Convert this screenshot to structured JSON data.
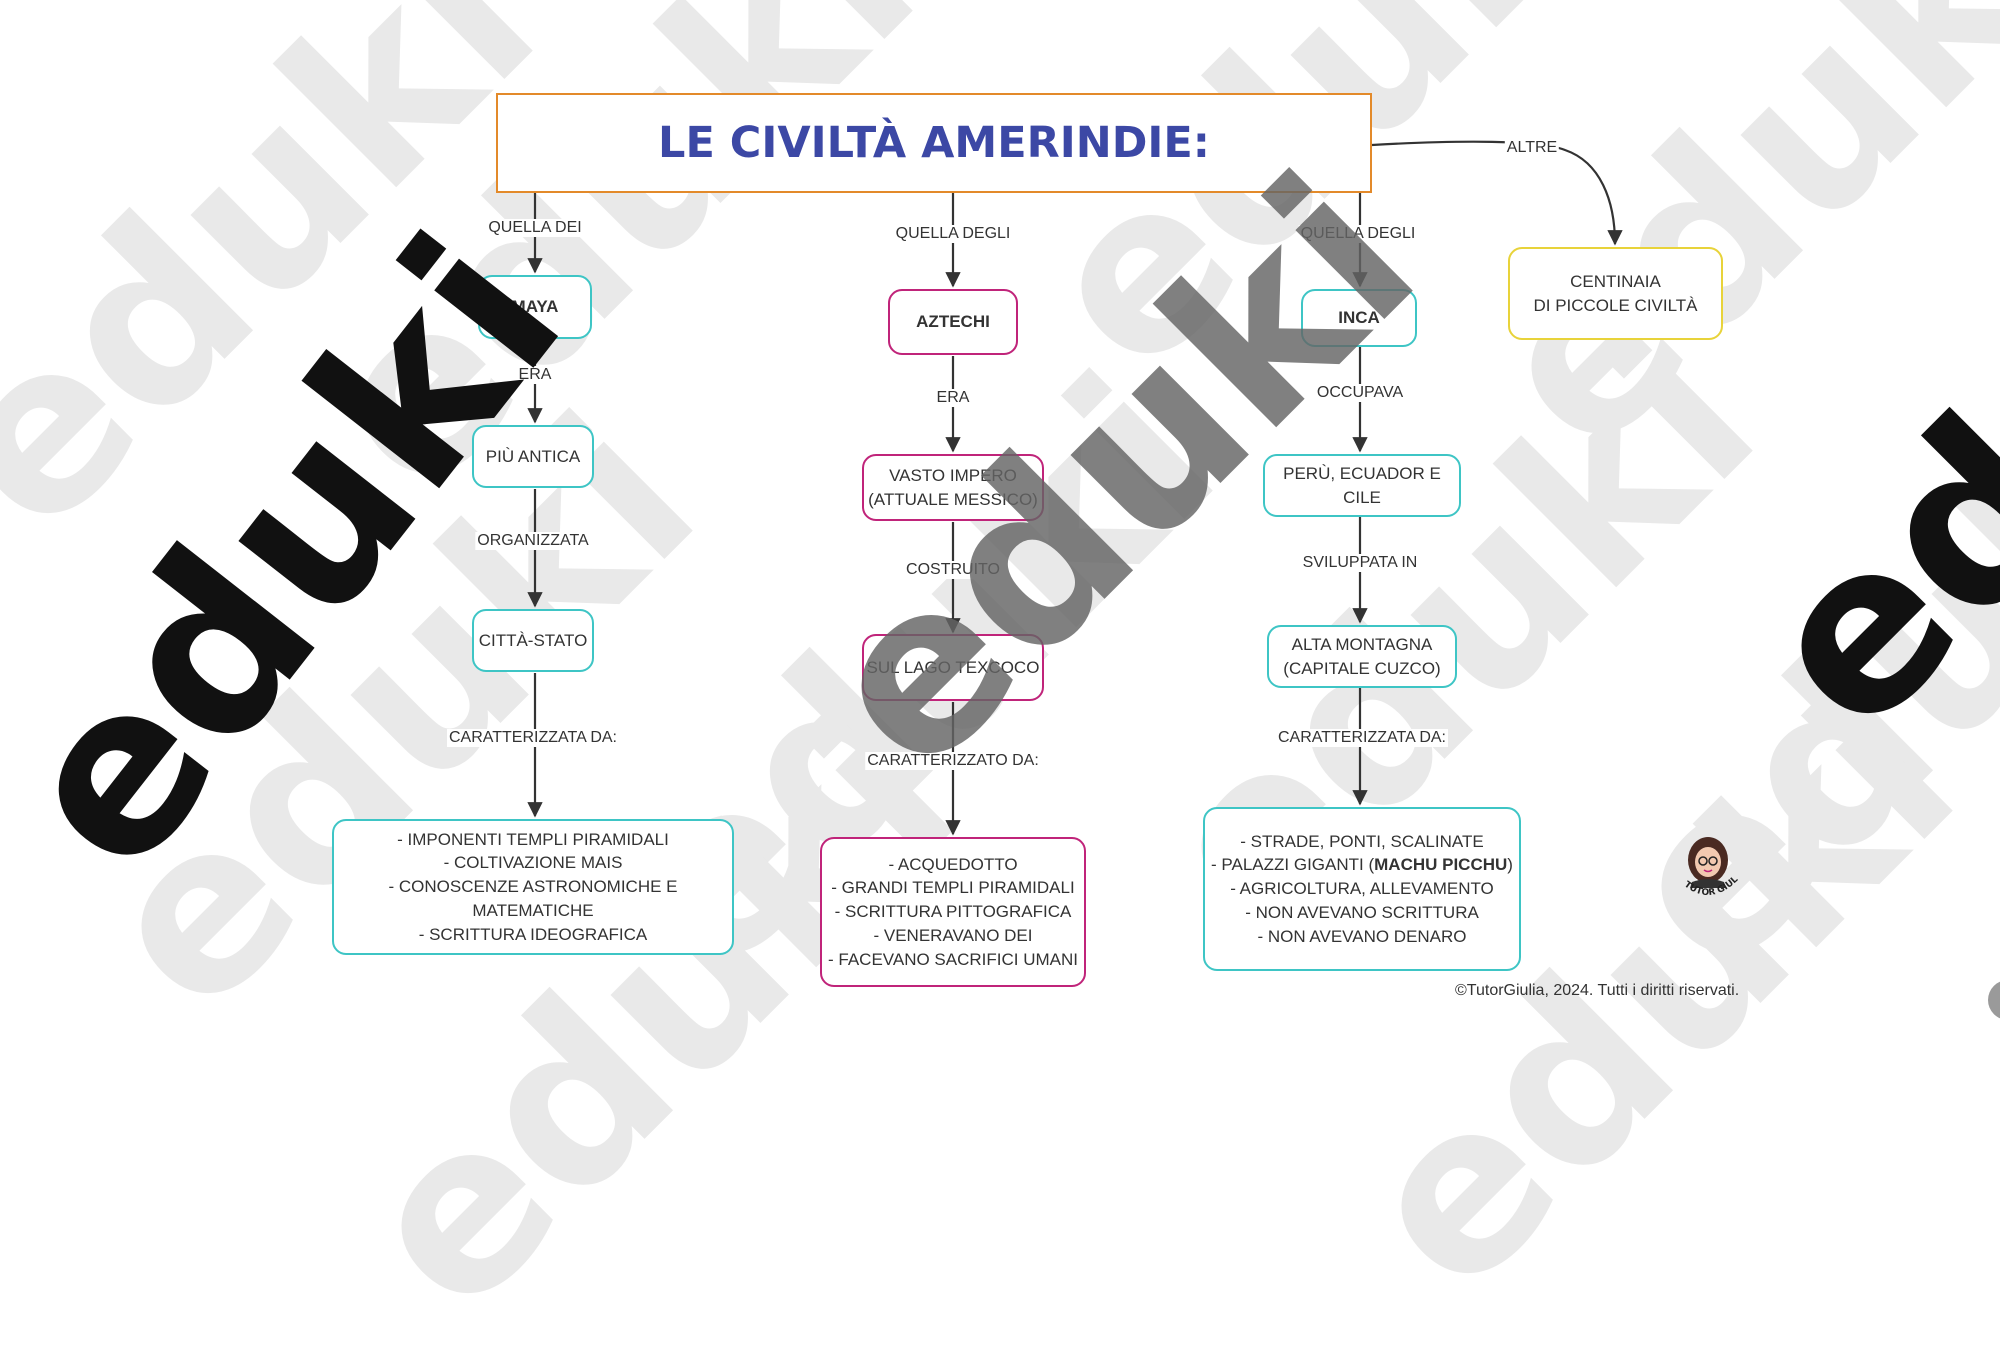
{
  "title": "LE CIVILTÀ AMERINDIE:",
  "watermark": "eduki",
  "colors": {
    "title_border": "#e38a2a",
    "title_text": "#3c48a5",
    "teal": "#3ec5c5",
    "pink": "#c0247a",
    "yellow": "#e8d33a"
  },
  "columns": {
    "maya": {
      "edge_from_title": "QUELLA DEI",
      "name": "MAYA",
      "edge1": "ERA",
      "node1": "PIÙ ANTICA",
      "edge2": "ORGANIZZATA",
      "node2": "CITTÀ-STATO",
      "edge3": "CARATTERIZZATA DA:",
      "features": "- IMPONENTI TEMPLI PIRAMIDALI\n- COLTIVAZIONE MAIS\n- CONOSCENZE ASTRONOMICHE E MATEMATICHE\n- SCRITTURA IDEOGRAFICA"
    },
    "aztechi": {
      "edge_from_title": "QUELLA DEGLI",
      "name": "AZTECHI",
      "edge1": "ERA",
      "node1": "VASTO IMPERO\n(ATTUALE MESSICO)",
      "edge2": "COSTRUITO",
      "node2": "SUL LAGO TEXCOCO",
      "edge3": "CARATTERIZZATO DA:",
      "features": "- ACQUEDOTTO\n- GRANDI TEMPLI PIRAMIDALI\n- SCRITTURA PITTOGRAFICA\n- VENERAVANO DEI\n- FACEVANO SACRIFICI UMANI"
    },
    "inca": {
      "edge_from_title": "QUELLA DEGLI",
      "name": "INCA",
      "edge1": "OCCUPAVA",
      "node1": "PERÙ, ECUADOR E CILE",
      "edge2": "SVILUPPATA IN",
      "node2": "ALTA MONTAGNA\n(CAPITALE CUZCO)",
      "edge3": "CARATTERIZZATA DA:",
      "features_before": "- STRADE, PONTI, SCALINATE\n- PALAZZI GIGANTI (",
      "features_bold": "MACHU PICCHU",
      "features_after": ")\n- AGRICOLTURA, ALLEVAMENTO\n- NON AVEVANO SCRITTURA\n- NON AVEVANO DENARO"
    },
    "altre": {
      "edge_from_title": "ALTRE",
      "node": "CENTINAIA\nDI PICCOLE CIVILTÀ"
    }
  },
  "avatar_caption": "TUTOR GIULIA",
  "copyright": "©TutorGiulia, 2024. Tutti i diritti riservati."
}
